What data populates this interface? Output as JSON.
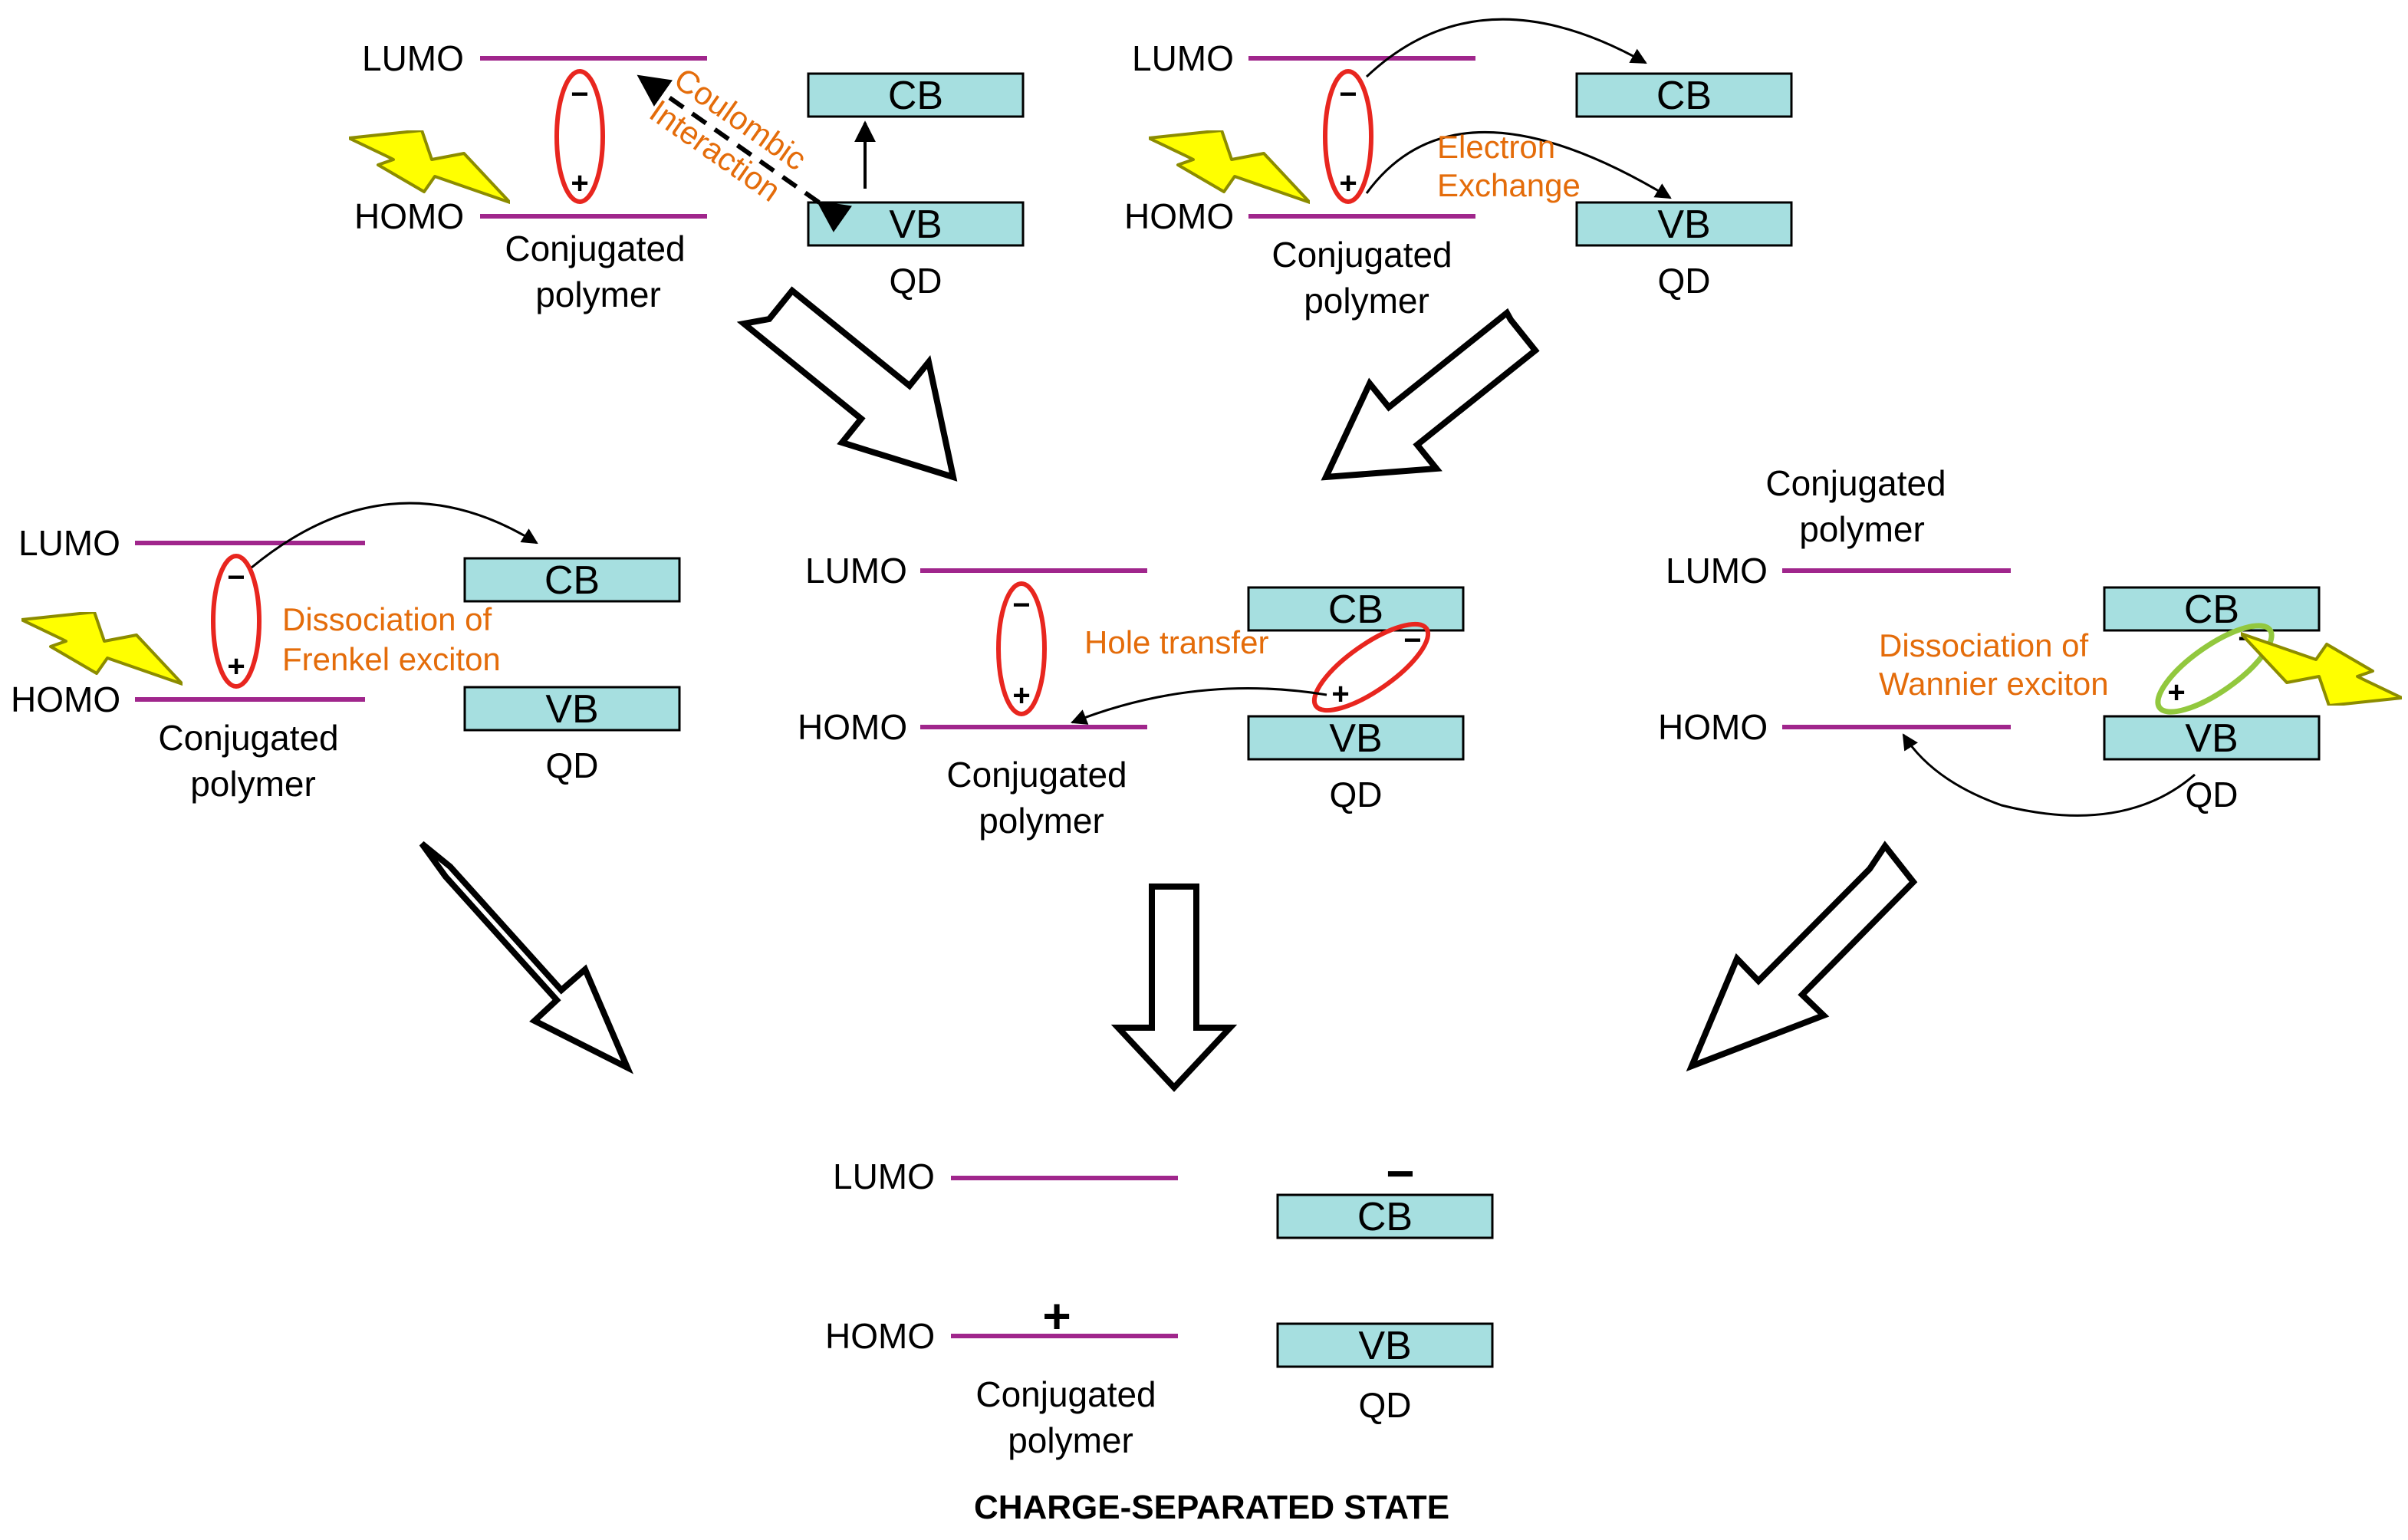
{
  "colors": {
    "level_line": "#a0268c",
    "band_fill": "#a6dfe0",
    "band_stroke": "#000000",
    "exciton_red": "#e8261f",
    "exciton_green": "#92c83e",
    "annotation_orange": "#e46c0a",
    "lightning_fill": "#ffff00",
    "lightning_stroke": "#8c8c00"
  },
  "icons": [
    "lightning-bolt-icon",
    "block-arrow-icon",
    "curved-arrow-icon"
  ],
  "labels": {
    "lumo": "LUMO",
    "homo": "HOMO",
    "cb": "CB",
    "vb": "VB",
    "qd": "QD",
    "polymer_line1": "Conjugated",
    "polymer_line2": "polymer",
    "minus": "−",
    "plus": "+"
  },
  "annotations": {
    "coulombic_line1": "Coulombic",
    "coulombic_line2": "Interaction",
    "electron_line1": "Electron",
    "electron_line2": "Exchange",
    "frenkel_line1": "Dissociation of",
    "frenkel_line2": "Frenkel exciton",
    "hole_transfer": "Hole transfer",
    "wannier_line1": "Dissociation of",
    "wannier_line2": "Wannier exciton"
  },
  "footer": {
    "title": "CHARGE-SEPARATED STATE"
  }
}
